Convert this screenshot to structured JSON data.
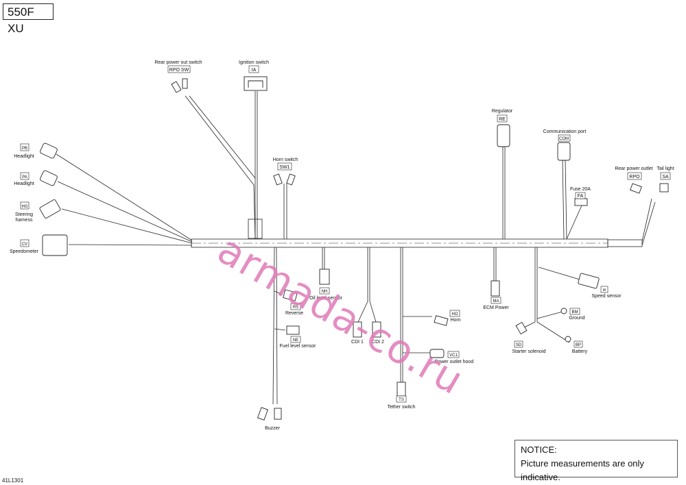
{
  "title": "550F XU",
  "figure_code": "41L1301",
  "watermark": "armada-co.ru",
  "notice": {
    "heading": "NOTICE:",
    "text": "Picture measurements are only indicative."
  },
  "components": {
    "rpo_sw": {
      "code": "RPO SW",
      "name": "Rear power out switch"
    },
    "ia": {
      "code": "IA",
      "name": "Ignition switch"
    },
    "pb": {
      "code": "PB",
      "name": "Headlight"
    },
    "pa": {
      "code": "PA",
      "name": "Headlight"
    },
    "hg": {
      "code": "HG",
      "name1": "Steering",
      "name2": "harness"
    },
    "cv": {
      "code": "CV",
      "name": "Speedometer"
    },
    "sw1": {
      "code": "SW1",
      "name": "Horn switch"
    },
    "re": {
      "code": "RE",
      "name": "Regulator"
    },
    "com": {
      "code": "COM",
      "name": "Communication port"
    },
    "fa": {
      "code": "FA",
      "name": "Fuse 20A"
    },
    "rpo": {
      "code": "RPO",
      "name": "Rear power outlet"
    },
    "sa": {
      "code": "SA",
      "name": "Tail light"
    },
    "nh": {
      "code": "NH",
      "name": "Oil level sensor"
    },
    "rs": {
      "code": "RS",
      "name": "Reverse"
    },
    "ne": {
      "code": "NE",
      "name": "Fuel level sensor"
    },
    "cdi1": {
      "name": "CDI 1"
    },
    "cdi2": {
      "name": "CDI 2"
    },
    "ho": {
      "code": "HO",
      "name": "Horn"
    },
    "vc1": {
      "code": "VC1",
      "name": "Power outlet hood"
    },
    "ts": {
      "code": "TS",
      "name": "Tether switch"
    },
    "buzzer": {
      "name": "Buzzer"
    },
    "ma": {
      "code": "MA",
      "name": "ECM Power"
    },
    "w": {
      "code": "W",
      "name": "Speed sensor"
    },
    "bm": {
      "code": "BM",
      "name": "Ground"
    },
    "sd": {
      "code": "SD",
      "name": "Starter solenoid"
    },
    "bp": {
      "code": "BP",
      "name": "Battery"
    }
  }
}
